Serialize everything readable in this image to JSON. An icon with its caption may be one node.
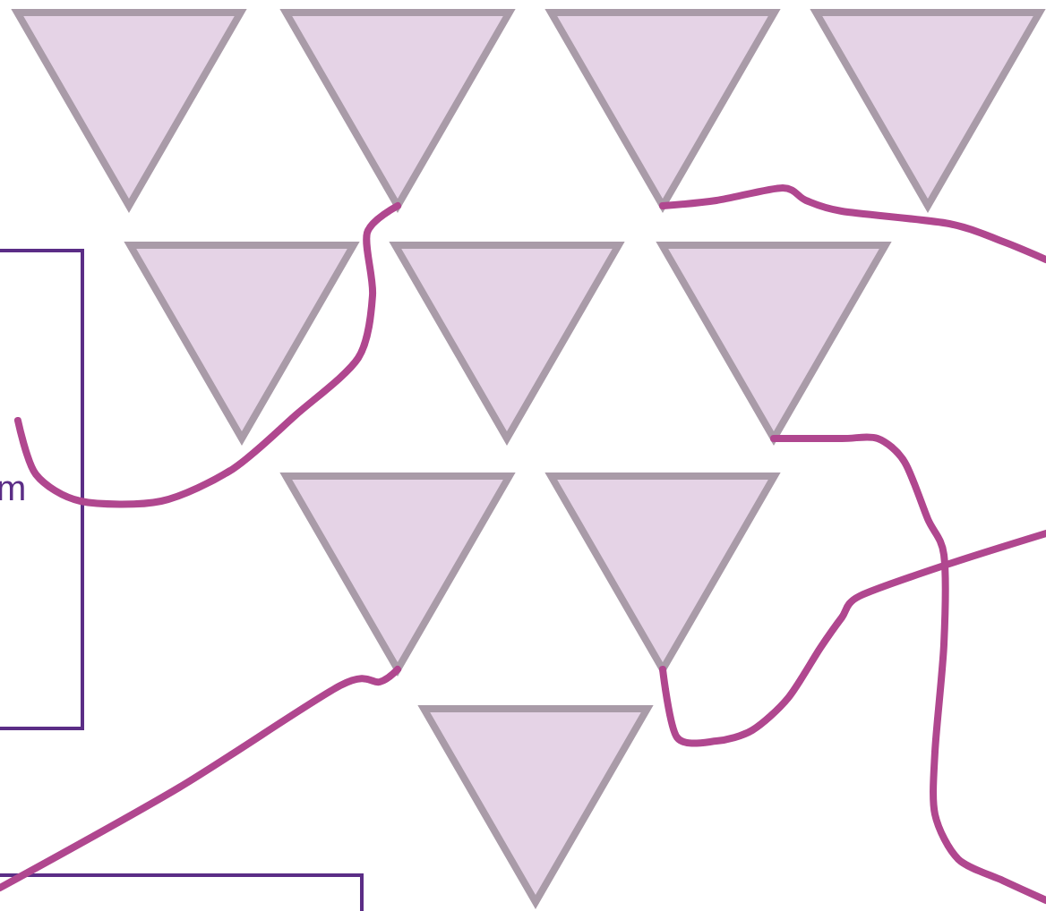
{
  "diagram": {
    "nodes": [
      {
        "text": [
          "m"
        ]
      },
      {
        "text": [],
        "shape": "triangle"
      },
      {
        "text": [],
        "shape": "triangle"
      },
      {
        "text": [],
        "shape": "triangle"
      },
      {
        "text": [],
        "shape": "triangle"
      },
      {
        "text": [],
        "shape": "triangle"
      },
      {
        "text": [],
        "shape": "triangle"
      },
      {
        "text": [],
        "shape": "triangle"
      },
      {
        "text": [],
        "shape": "triangle"
      },
      {
        "text": [],
        "shape": "triangle"
      },
      {
        "text": [],
        "shape": "triangle"
      },
      {
        "text": [],
        "shape": "box"
      }
    ],
    "edges": [
      {
        "from": 2,
        "to": 0,
        "arrow": "none"
      },
      {
        "from": 3,
        "to": null,
        "arrow": "none"
      },
      {
        "from": 7,
        "to": null,
        "arrow": "none"
      },
      {
        "from": 11,
        "to": 8,
        "arrow": "none"
      },
      {
        "from": 9,
        "to": null,
        "arrow": "none"
      }
    ]
  }
}
